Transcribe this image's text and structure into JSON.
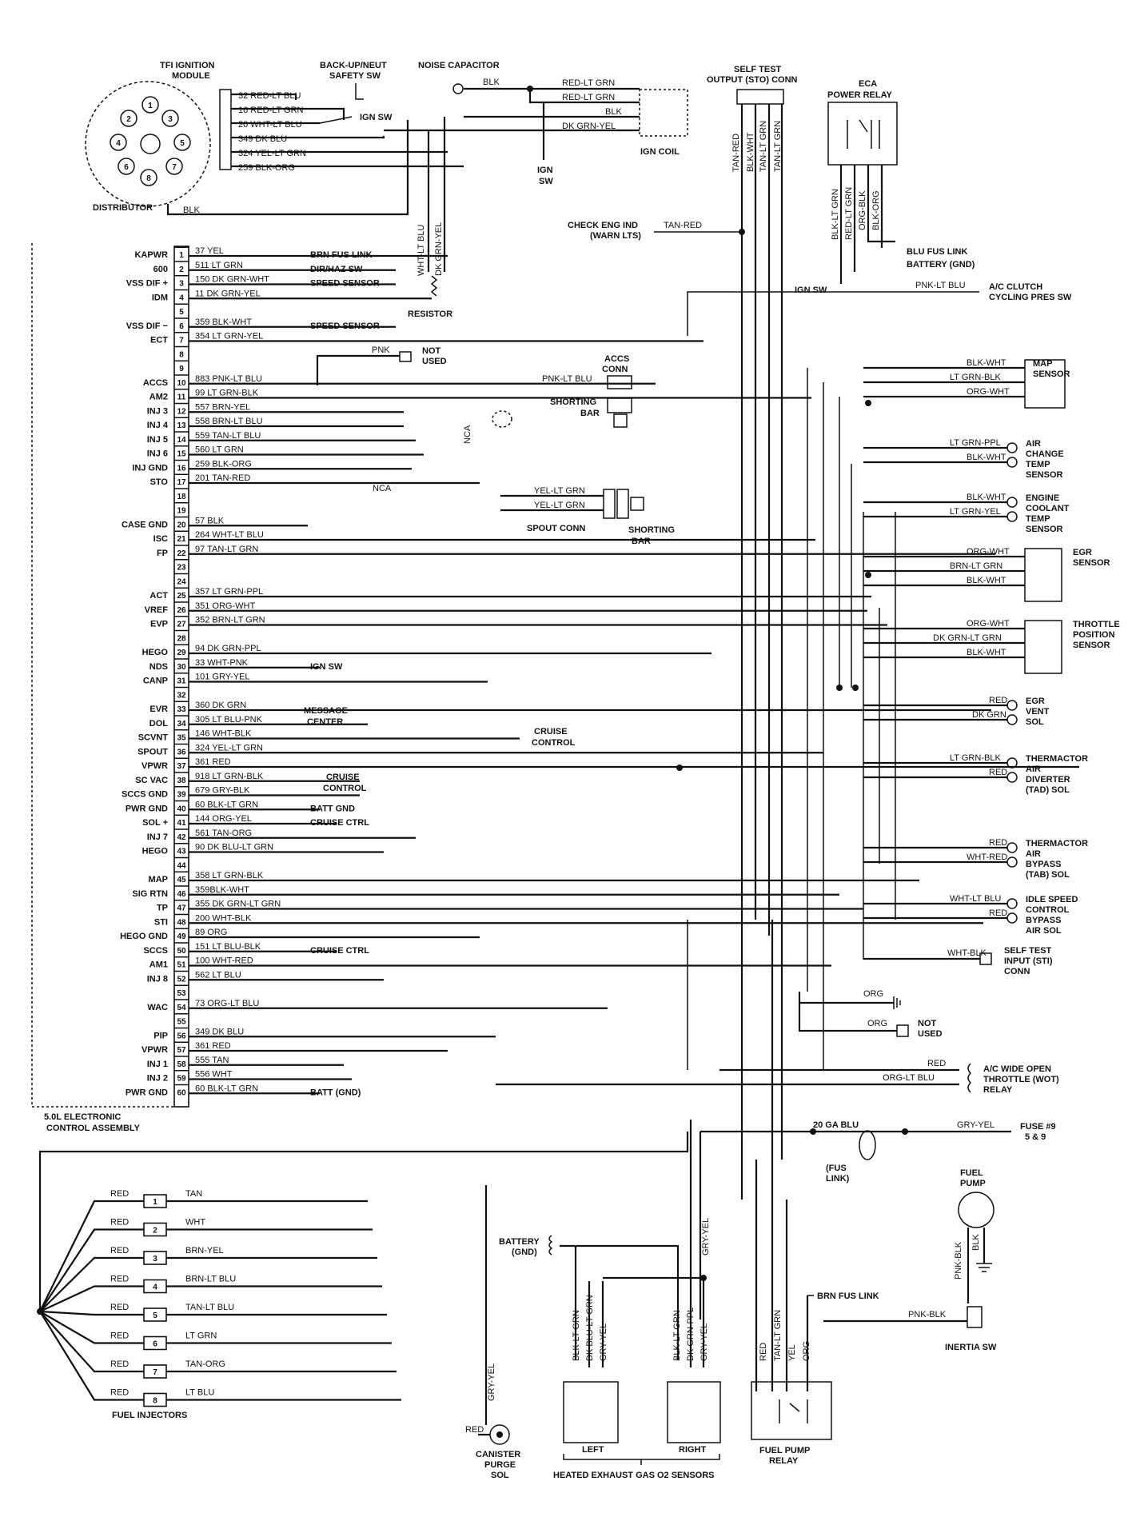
{
  "ecu": {
    "title_line1": "5.0L ELECTRONIC",
    "title_line2": "CONTROL ASSEMBLY",
    "pins": [
      {
        "n": "1",
        "name": "KAPWR",
        "wire": "37 YEL",
        "dest": "BRN FUS LINK"
      },
      {
        "n": "2",
        "name": "600",
        "wire": "511 LT GRN",
        "dest": "DIR/HAZ SW"
      },
      {
        "n": "3",
        "name": "VSS DIF +",
        "wire": "150 DK GRN-WHT",
        "dest": "SPEED SENSOR"
      },
      {
        "n": "4",
        "name": "IDM",
        "wire": "11 DK GRN-YEL",
        "dest": ""
      },
      {
        "n": "5",
        "name": "",
        "wire": "",
        "dest": ""
      },
      {
        "n": "6",
        "name": "VSS DIF −",
        "wire": "359 BLK-WHT",
        "dest": "SPEED SENSOR"
      },
      {
        "n": "7",
        "name": "ECT",
        "wire": "354 LT GRN-YEL",
        "dest": ""
      },
      {
        "n": "8",
        "name": "",
        "wire": "",
        "dest": ""
      },
      {
        "n": "9",
        "name": "",
        "wire": "",
        "dest": ""
      },
      {
        "n": "10",
        "name": "ACCS",
        "wire": "883 PNK-LT BLU",
        "dest": ""
      },
      {
        "n": "11",
        "name": "AM2",
        "wire": "99 LT GRN-BLK",
        "dest": ""
      },
      {
        "n": "12",
        "name": "INJ 3",
        "wire": "557 BRN-YEL",
        "dest": ""
      },
      {
        "n": "13",
        "name": "INJ 4",
        "wire": "558 BRN-LT BLU",
        "dest": ""
      },
      {
        "n": "14",
        "name": "INJ 5",
        "wire": "559 TAN-LT BLU",
        "dest": ""
      },
      {
        "n": "15",
        "name": "INJ 6",
        "wire": "560 LT GRN",
        "dest": ""
      },
      {
        "n": "16",
        "name": "INJ GND",
        "wire": "259 BLK-ORG",
        "dest": ""
      },
      {
        "n": "17",
        "name": "STO",
        "wire": "201 TAN-RED",
        "dest": ""
      },
      {
        "n": "18",
        "name": "",
        "wire": "",
        "dest": ""
      },
      {
        "n": "19",
        "name": "",
        "wire": "",
        "dest": ""
      },
      {
        "n": "20",
        "name": "CASE GND",
        "wire": "57 BLK",
        "dest": ""
      },
      {
        "n": "21",
        "name": "ISC",
        "wire": "264 WHT-LT BLU",
        "dest": ""
      },
      {
        "n": "22",
        "name": "FP",
        "wire": "97 TAN-LT GRN",
        "dest": ""
      },
      {
        "n": "23",
        "name": "",
        "wire": "",
        "dest": ""
      },
      {
        "n": "24",
        "name": "",
        "wire": "",
        "dest": ""
      },
      {
        "n": "25",
        "name": "ACT",
        "wire": "357 LT GRN-PPL",
        "dest": ""
      },
      {
        "n": "26",
        "name": "VREF",
        "wire": "351 ORG-WHT",
        "dest": ""
      },
      {
        "n": "27",
        "name": "EVP",
        "wire": "352 BRN-LT GRN",
        "dest": ""
      },
      {
        "n": "28",
        "name": "",
        "wire": "",
        "dest": ""
      },
      {
        "n": "29",
        "name": "HEGO",
        "wire": "94 DK GRN-PPL",
        "dest": ""
      },
      {
        "n": "30",
        "name": "NDS",
        "wire": "33 WHT-PNK",
        "dest": "IGN SW"
      },
      {
        "n": "31",
        "name": "CANP",
        "wire": "101 GRY-YEL",
        "dest": ""
      },
      {
        "n": "32",
        "name": "",
        "wire": "",
        "dest": ""
      },
      {
        "n": "33",
        "name": "EVR",
        "wire": "360 DK GRN",
        "dest": ""
      },
      {
        "n": "34",
        "name": "DOL",
        "wire": "305 LT BLU-PNK",
        "dest": ""
      },
      {
        "n": "35",
        "name": "SCVNT",
        "wire": "146 WHT-BLK",
        "dest": ""
      },
      {
        "n": "36",
        "name": "SPOUT",
        "wire": "324 YEL-LT GRN",
        "dest": ""
      },
      {
        "n": "37",
        "name": "VPWR",
        "wire": "361 RED",
        "dest": ""
      },
      {
        "n": "38",
        "name": "SC VAC",
        "wire": "918 LT GRN-BLK",
        "dest": ""
      },
      {
        "n": "39",
        "name": "SCCS GND",
        "wire": "679 GRY-BLK",
        "dest": ""
      },
      {
        "n": "40",
        "name": "PWR GND",
        "wire": "60 BLK-LT GRN",
        "dest": "BATT GND"
      },
      {
        "n": "41",
        "name": "SOL +",
        "wire": "144 ORG-YEL",
        "dest": "CRUISE CTRL"
      },
      {
        "n": "42",
        "name": "INJ 7",
        "wire": "561 TAN-ORG",
        "dest": ""
      },
      {
        "n": "43",
        "name": "HEGO",
        "wire": "90 DK BLU-LT GRN",
        "dest": ""
      },
      {
        "n": "44",
        "name": "",
        "wire": "",
        "dest": ""
      },
      {
        "n": "45",
        "name": "MAP",
        "wire": "358 LT GRN-BLK",
        "dest": ""
      },
      {
        "n": "46",
        "name": "SIG RTN",
        "wire": "359BLK-WHT",
        "dest": ""
      },
      {
        "n": "47",
        "name": "TP",
        "wire": "355 DK GRN-LT GRN",
        "dest": ""
      },
      {
        "n": "48",
        "name": "STI",
        "wire": "200 WHT-BLK",
        "dest": ""
      },
      {
        "n": "49",
        "name": "HEGO GND",
        "wire": "89 ORG",
        "dest": ""
      },
      {
        "n": "50",
        "name": "SCCS",
        "wire": "151 LT BLU-BLK",
        "dest": "CRUISE CTRL"
      },
      {
        "n": "51",
        "name": "AM1",
        "wire": "100 WHT-RED",
        "dest": ""
      },
      {
        "n": "52",
        "name": "INJ 8",
        "wire": "562 LT BLU",
        "dest": ""
      },
      {
        "n": "53",
        "name": "",
        "wire": "",
        "dest": ""
      },
      {
        "n": "54",
        "name": "WAC",
        "wire": "73 ORG-LT BLU",
        "dest": ""
      },
      {
        "n": "55",
        "name": "",
        "wire": "",
        "dest": ""
      },
      {
        "n": "56",
        "name": "PIP",
        "wire": "349 DK BLU",
        "dest": ""
      },
      {
        "n": "57",
        "name": "VPWR",
        "wire": "361 RED",
        "dest": ""
      },
      {
        "n": "58",
        "name": "INJ 1",
        "wire": "555 TAN",
        "dest": ""
      },
      {
        "n": "59",
        "name": "INJ 2",
        "wire": "556 WHT",
        "dest": ""
      },
      {
        "n": "60",
        "name": "PWR GND",
        "wire": "60 BLK-LT GRN",
        "dest": "BATT (GND)"
      }
    ],
    "message_center": "MESSAGE CENTER",
    "cruise_control_35": "CRUISE CONTROL",
    "cruise_control_38": "CRUISE CONTROL"
  },
  "tfi": {
    "title_line1": "TFI IGNITION",
    "title_line2": "MODULE",
    "distributor": "DISTRIBUTOR",
    "distributor_wire": "BLK",
    "wires": [
      "32 RED-LT BLU",
      "16 RED-LT GRN",
      "20 WHT-LT BLU",
      "349 DK BLU",
      "324 YEL-LT GRN",
      "259 BLK-ORG"
    ],
    "ign_sw": "IGN SW",
    "pin_labels": [
      "1",
      "2",
      "3",
      "4",
      "5",
      "6",
      "7",
      "8"
    ]
  },
  "backup": {
    "line1": "BACK-UP/NEUT",
    "line2": "SAFETY SW"
  },
  "noise": {
    "title": "NOISE CAPACITOR",
    "wire": "BLK"
  },
  "coil": {
    "title": "IGN COIL",
    "wires": [
      "RED-LT GRN",
      "RED-LT GRN",
      "BLK",
      "DK GRN-YEL"
    ],
    "ign_sw_line1": "IGN",
    "ign_sw_line2": "SW"
  },
  "resistor": {
    "title": "RESISTOR",
    "wire_a": "WHT-LT BLU",
    "wire_b": "DK GRN-YEL"
  },
  "pnk_not_used": {
    "wire": "PNK",
    "line1": "NOT",
    "line2": "USED"
  },
  "accs_conn": {
    "line1": "ACCS",
    "line2": "CONN",
    "wire": "PNK-LT BLU",
    "shorting_line1": "SHORTING",
    "shorting_line2": "BAR"
  },
  "nca": {
    "vertical": "NCA",
    "horizontal": "NCA"
  },
  "spout_conn": {
    "title": "SPOUT CONN",
    "wires": [
      "YEL-LT GRN",
      "YEL-LT GRN"
    ],
    "shorting_line1": "SHORTING",
    "shorting_line2": "BAR"
  },
  "self_test": {
    "title_line1": "SELF TEST",
    "title_line2": "OUTPUT (STO) CONN",
    "wires": [
      "TAN-RED",
      "BLK-WHT",
      "TAN-LT GRN",
      "TAN-LT GRN"
    ]
  },
  "check_eng": {
    "line1": "CHECK ENG IND",
    "line2": "(WARN LTS)",
    "wire": "TAN-RED"
  },
  "eca_relay": {
    "title_line1": "ECA",
    "title_line2": "POWER RELAY",
    "wires": [
      "BLK-LT GRN",
      "RED-LT GRN",
      "ORG-BLK",
      "BLK-ORG"
    ],
    "blu_fus_link": "BLU FUS LINK",
    "battery_gnd": "BATTERY (GND)",
    "ign_sw": "IGN SW"
  },
  "ac_clutch": {
    "wire": "PNK-LT BLU",
    "line1": "A/C CLUTCH",
    "line2": "CYCLING PRES SW"
  },
  "map_sensor": {
    "line1": "MAP",
    "line2": "SENSOR",
    "wires": [
      "BLK-WHT",
      "LT GRN-BLK",
      "ORG-WHT"
    ]
  },
  "act_sensor": {
    "lines": [
      "AIR",
      "CHANGE",
      "TEMP",
      "SENSOR"
    ],
    "wires": [
      "LT GRN-PPL",
      "BLK-WHT"
    ]
  },
  "ect_sensor": {
    "lines": [
      "ENGINE",
      "COOLANT",
      "TEMP",
      "SENSOR"
    ],
    "wires": [
      "BLK-WHT",
      "LT GRN-YEL"
    ]
  },
  "egr_sensor": {
    "lines": [
      "EGR",
      "SENSOR"
    ],
    "wires": [
      "ORG-WHT",
      "BRN-LT GRN",
      "BLK-WHT"
    ]
  },
  "tps": {
    "lines": [
      "THROTTLE",
      "POSITION",
      "SENSOR"
    ],
    "wires": [
      "ORG-WHT",
      "DK GRN-LT GRN",
      "BLK-WHT"
    ]
  },
  "egr_vent": {
    "lines": [
      "EGR",
      "VENT",
      "SOL"
    ],
    "wires": [
      "RED",
      "DK GRN"
    ]
  },
  "tad": {
    "lines": [
      "THERMACTOR",
      "AIR",
      "DIVERTER",
      "(TAD) SOL"
    ],
    "wires": [
      "LT GRN-BLK",
      "RED"
    ]
  },
  "tab": {
    "lines": [
      "THERMACTOR",
      "AIR",
      "BYPASS",
      "(TAB) SOL"
    ],
    "wires": [
      "RED",
      "WHT-RED"
    ]
  },
  "isc": {
    "lines": [
      "IDLE SPEED",
      "CONTROL",
      "BYPASS",
      "AIR SOL"
    ],
    "wires": [
      "WHT-LT BLU",
      "RED"
    ]
  },
  "sti": {
    "lines": [
      "SELF TEST",
      "INPUT (STI)",
      "CONN"
    ],
    "wire": "WHT-BLK"
  },
  "org_ground": {
    "wire": "ORG"
  },
  "org_not_used": {
    "wire": "ORG",
    "line1": "NOT",
    "line2": "USED"
  },
  "wot": {
    "lines": [
      "A/C WIDE OPEN",
      "THROTTLE (WOT)",
      "RELAY"
    ],
    "wires": [
      "RED",
      "ORG-LT BLU"
    ]
  },
  "fuse": {
    "wire_left": "20 GA BLU",
    "wire_right": "GRY-YEL",
    "line1": "FUSE #9",
    "line2": "5 & 9",
    "fus_link_line1": "(FUS",
    "fus_link_line2": "LINK)"
  },
  "fuel_pump": {
    "line1": "FUEL",
    "line2": "PUMP",
    "wires": [
      "PNK-BLK",
      "BLK"
    ]
  },
  "inertia": {
    "title": "INERTIA SW",
    "wire": "PNK-BLK",
    "brn_fus_link": "BRN FUS LINK"
  },
  "fp_relay": {
    "line1": "FUEL PUMP",
    "line2": "RELAY",
    "wires": [
      "RED",
      "TAN-LT GRN",
      "YEL",
      "ORG"
    ]
  },
  "injectors": {
    "title": "FUEL INJECTORS",
    "items": [
      {
        "n": "1",
        "left": "RED",
        "right": "TAN"
      },
      {
        "n": "2",
        "left": "RED",
        "right": "WHT"
      },
      {
        "n": "3",
        "left": "RED",
        "right": "BRN-YEL"
      },
      {
        "n": "4",
        "left": "RED",
        "right": "BRN-LT BLU"
      },
      {
        "n": "5",
        "left": "RED",
        "right": "TAN-LT BLU"
      },
      {
        "n": "6",
        "left": "RED",
        "right": "LT GRN"
      },
      {
        "n": "7",
        "left": "RED",
        "right": "TAN-ORG"
      },
      {
        "n": "8",
        "left": "RED",
        "right": "LT BLU"
      }
    ]
  },
  "canister": {
    "lines": [
      "CANISTER",
      "PURGE",
      "SOL"
    ],
    "wire_red": "RED",
    "wire_gry": "GRY-YEL"
  },
  "o2": {
    "title": "HEATED EXHAUST GAS O2 SENSORS",
    "left": "LEFT",
    "right": "RIGHT",
    "battery_line1": "BATTERY",
    "battery_line2": "(GND)",
    "left_wires": [
      "BLK-LT GRN",
      "DK BLU-LT GRN",
      "GRY-YEL"
    ],
    "right_wires": [
      "BLK-LT GRN",
      "DK GRN-PPL",
      "GRY-YEL"
    ],
    "gry_yel_vertical": "GRY-YEL"
  }
}
